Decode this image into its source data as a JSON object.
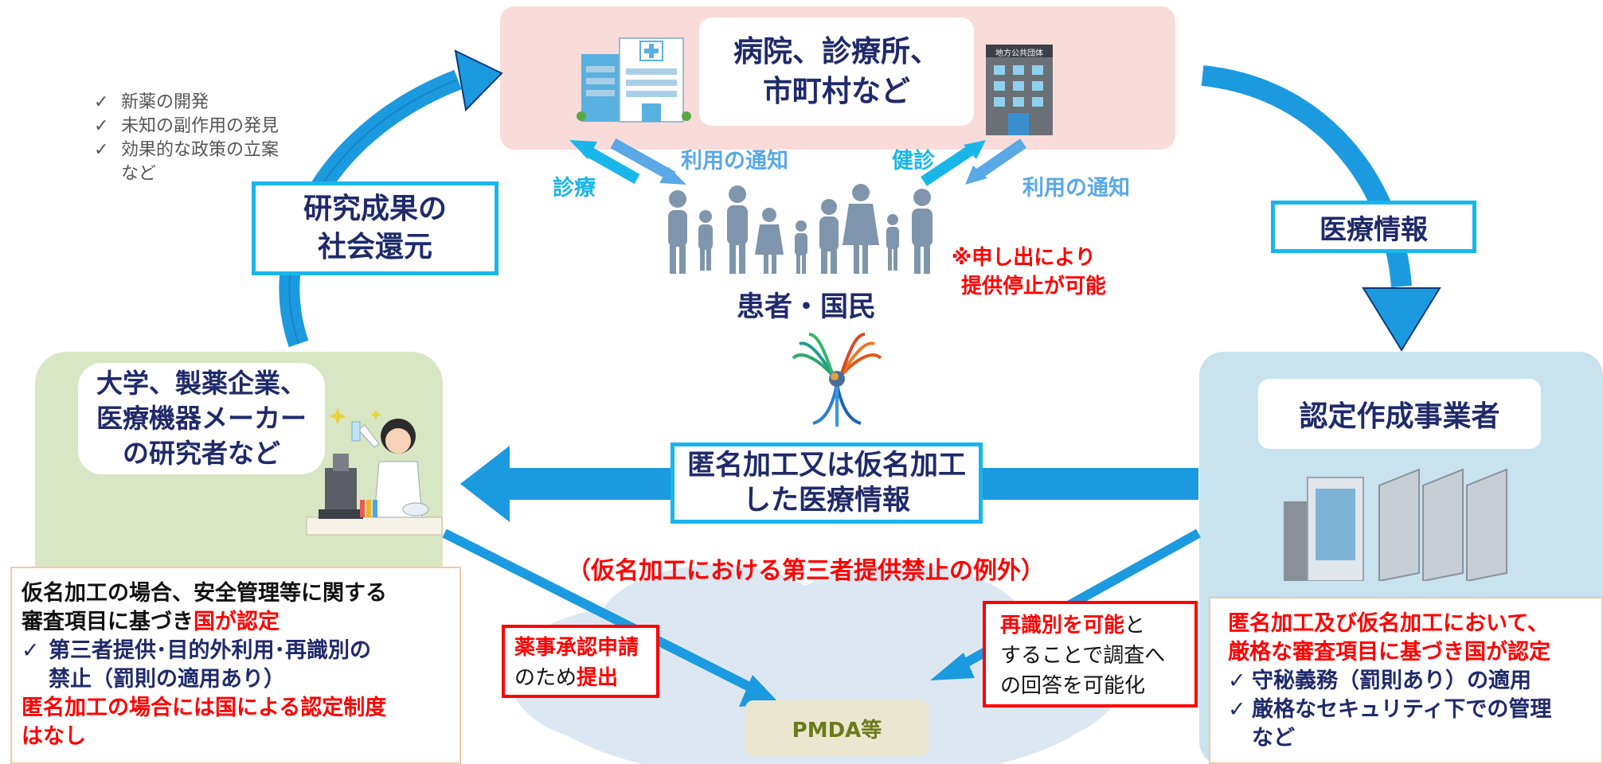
{
  "top": {
    "title_line1": "病院、診療所、",
    "title_line2": "市町村など",
    "local_gov_sign": "地方公共団体",
    "label_shinryo": "診療",
    "label_riyou_left": "利用の通知",
    "label_kenshin": "健診",
    "label_riyou_right": "利用の通知"
  },
  "benefits": {
    "items": [
      "新薬の開発",
      "未知の副作用の発見",
      "効果的な政策の立案"
    ],
    "tail": "など"
  },
  "return_box": {
    "line1": "研究成果の",
    "line2": "社会還元"
  },
  "medical_info_box": "医療情報",
  "patients": {
    "label": "患者・国民",
    "note_line1": "※申し出により",
    "note_line2": "提供停止が可能"
  },
  "researchers": {
    "line1": "大学、製薬企業、",
    "line2": "医療機器メーカー",
    "line3": "の研究者など"
  },
  "certified_operator": "認定作成事業者",
  "anon_info": {
    "line1": "匿名加工又は仮名加工",
    "line2": "した医療情報"
  },
  "exception_label": "（仮名加工における第三者提供禁止の例外）",
  "left_notes": {
    "line1": "仮名加工の場合、安全管理等に関する",
    "line2_prefix": "審査項目に基づき",
    "line2_red": "国が認定",
    "check_line1": "第三者提供･目的外利用･再識別の",
    "check_line2": "禁止（罰則の適用あり）",
    "red_line1": "匿名加工の場合には国による認定制度",
    "red_line2": "はなし"
  },
  "right_notes": {
    "red_line1": "匿名加工及び仮名加工において、",
    "red_line2": "厳格な審査項目に基づき国が認定",
    "check1": "守秘義務（罰則あり）の適用",
    "check2": "厳格なセキュリティ下での管理",
    "tail": "など"
  },
  "yakuji": {
    "line1_red": "薬事承認申請",
    "line2_prefix": "のため",
    "line2_red": "提出"
  },
  "reid": {
    "line1_red": "再識別を可能",
    "line1_suffix": "と",
    "line2": "することで調査へ",
    "line3": "の回答を可能化"
  },
  "pmda": "PMDA等",
  "colors": {
    "arrow_blue": "#1b9ae0",
    "light_blue_arrow": "#5aa8e6",
    "navy_text": "#1f2a6b",
    "pink_panel": "#f9dcd9",
    "green_panel": "#d8e6c4",
    "blue_panel": "#c8e2ee",
    "red": "#ff0000",
    "cloud": "#dde7f2",
    "pmda_box": "#eae6cf",
    "pmda_text": "#6b7a1d"
  }
}
